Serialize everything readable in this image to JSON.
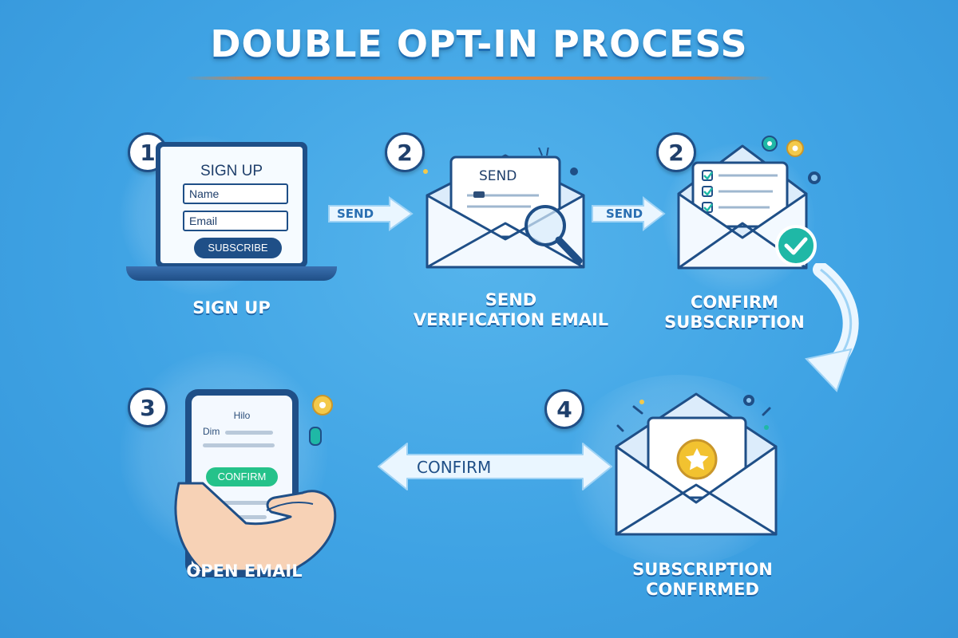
{
  "title": "DOUBLE OPT-IN PROCESS",
  "steps": [
    {
      "number": "1",
      "caption_lines": [
        "SIGN UP"
      ]
    },
    {
      "number": "2",
      "caption_lines": [
        "SEND",
        "VERIFICATION EMAIL"
      ]
    },
    {
      "number": "2",
      "caption_lines": [
        "CONFIRM",
        "SUBSCRIPTION"
      ]
    },
    {
      "number": "3",
      "caption_lines": [
        "OPEN EMAIL"
      ]
    },
    {
      "number": "4",
      "caption_lines": [
        "SUBSCRIPTION",
        "CONFIRMED"
      ]
    }
  ],
  "signup_form": {
    "heading": "SIGN UP",
    "name_field": "Name",
    "email_field": "Email",
    "button": "SUBSCRIBE"
  },
  "arrows": {
    "send_1": "SEND",
    "send_2": "SEND",
    "confirm": "CONFIRM"
  },
  "verification_letter": {
    "heading": "SEND"
  },
  "phone": {
    "greeting": "Hilo",
    "line1": "Dim",
    "button": "CONFIRM"
  },
  "colors": {
    "background": "#3fa3e4",
    "navy": "#1f4f87",
    "accent_orange": "#d9803f",
    "confirm_green": "#25c28a",
    "teal_check": "#1fb8a6",
    "star_gold": "#f2c230"
  }
}
